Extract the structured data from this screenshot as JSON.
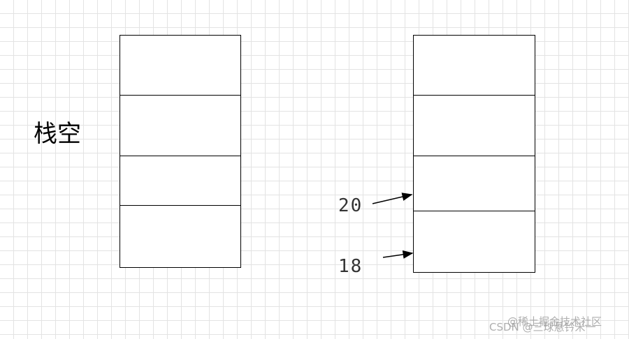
{
  "left_label": "栈空",
  "values": {
    "top_arrow_label": "20",
    "bottom_arrow_label": "18"
  },
  "watermark": {
    "line1": "@稀土掘金技术社区",
    "line2": "CSDN @三球悬钤米一"
  },
  "left_stack": {
    "cell_count": 4
  },
  "right_stack": {
    "cell_count": 4
  }
}
